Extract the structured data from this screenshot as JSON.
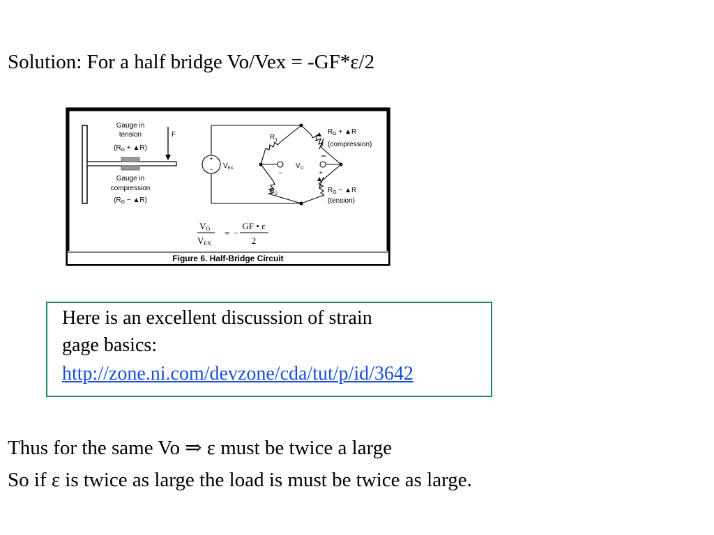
{
  "heading": "Solution: For a half bridge Vo/Vex = -GF*ε/2",
  "figure": {
    "caption": "Figure 6. Half-Bridge Circuit",
    "gauge_tension": [
      "Gauge in",
      "tension",
      "(R",
      "G",
      " + ▲R)"
    ],
    "gauge_compression": [
      "Gauge in",
      "compression",
      "(R",
      "G",
      " − ▲R)"
    ],
    "force": "F",
    "source_plus": "+",
    "source_minus": "−",
    "vex": "V",
    "vex_sub": "EX",
    "r1": "R",
    "r1_sub": "1",
    "r2": "R",
    "r2_sub": "2",
    "vo": "V",
    "vo_sub": "O",
    "vo_minus": "−",
    "vo_plus": "+",
    "rg_plus": [
      "R",
      "G",
      " + ▲R"
    ],
    "compression_label": "(compression)",
    "rg_minus": [
      "R",
      "G",
      " − ▲R"
    ],
    "tension_label": "(tension)",
    "eq_num": "V",
    "eq_num_sub": "O",
    "eq_den": "V",
    "eq_den_sub": "EX",
    "eq_equals": "=",
    "eq_minus": "−",
    "eq_rhs_num": "GF • ε",
    "eq_rhs_den": "2"
  },
  "link_box": {
    "line1": "Here is an excellent discussion of strain",
    "line2": "gage basics:",
    "url": "http://zone.ni.com/devzone/cda/tut/p/id/3642"
  },
  "thus_line": "Thus for the same Vo ⇒ ε must be twice a large",
  "so_line": "So if ε is twice as large the load is must be twice as large."
}
